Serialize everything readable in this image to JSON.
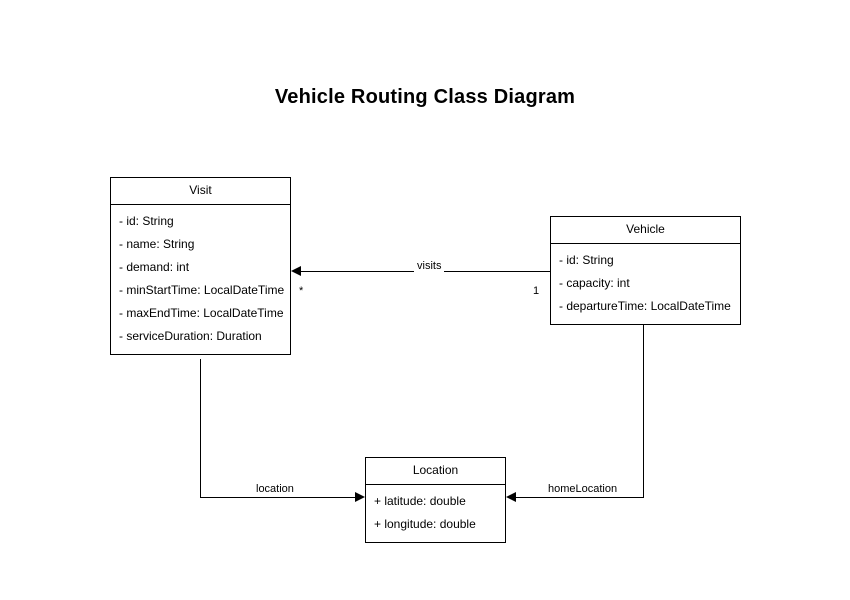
{
  "diagram": {
    "title": "Vehicle Routing Class Diagram",
    "type": "uml-class-diagram",
    "background_color": "#ffffff",
    "line_color": "#000000",
    "text_color": "#000000",
    "classes": [
      {
        "name": "Visit",
        "attributes": [
          "- id: String",
          "- name: String",
          "- demand: int",
          "- minStartTime: LocalDateTime",
          "- maxEndTime: LocalDateTime",
          "- serviceDuration: Duration"
        ]
      },
      {
        "name": "Vehicle",
        "attributes": [
          "- id: String",
          "- capacity: int",
          "- departureTime: LocalDateTime"
        ]
      },
      {
        "name": "Location",
        "attributes": [
          "+ latitude: double",
          "+ longitude: double"
        ]
      }
    ],
    "relationships": [
      {
        "label": "visits",
        "source": "Vehicle",
        "target": "Visit",
        "source_multiplicity": "1",
        "target_multiplicity": "*"
      },
      {
        "label": "location",
        "source": "Visit",
        "target": "Location",
        "source_multiplicity": "",
        "target_multiplicity": ""
      },
      {
        "label": "homeLocation",
        "source": "Vehicle",
        "target": "Location",
        "source_multiplicity": "",
        "target_multiplicity": ""
      }
    ]
  }
}
